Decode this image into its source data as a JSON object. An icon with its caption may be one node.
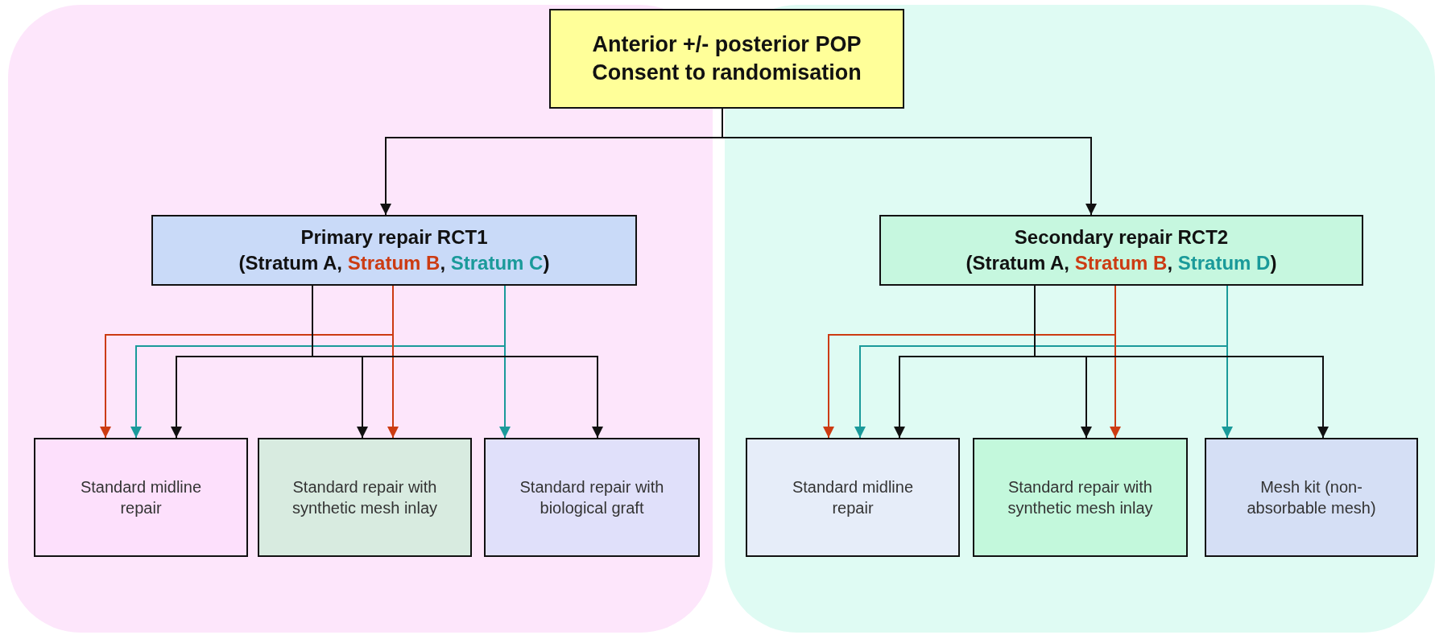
{
  "diagram": {
    "nodes": [
      {
        "text": [],
        "shape": "box"
      },
      {
        "text": [],
        "shape": "box"
      },
      {
        "text": [
          "Anterior +/- posterior POP Consent to randomisation"
        ]
      },
      {
        "text": [
          "Primary repair RCT1",
          "(Stratum A, Stratum B, Stratum C)"
        ],
        "in": 0
      },
      {
        "text": [
          "Secondary repair RCT2",
          "(Stratum A, Stratum B, Stratum D)"
        ],
        "in": 1
      },
      {
        "text": [
          "Standard midline repair"
        ],
        "in": 0
      },
      {
        "text": [
          "Standard repair with synthetic mesh inlay"
        ],
        "in": 0
      },
      {
        "text": [
          "Standard repair with biological graft"
        ],
        "in": 0
      },
      {
        "text": [
          "Standard midline repair"
        ],
        "in": 1
      },
      {
        "text": [
          "Standard repair with synthetic mesh inlay"
        ],
        "in": 1
      },
      {
        "text": [
          "Mesh kit (non-absorbable mesh)"
        ],
        "in": 1
      }
    ],
    "edges": [
      {
        "from": 2,
        "to": 3,
        "arrow": "to"
      },
      {
        "from": 2,
        "to": 4,
        "arrow": "to"
      },
      {
        "from": 3,
        "to": 5,
        "arrow": "to",
        "color": "#cc3b12"
      },
      {
        "from": 3,
        "to": 5,
        "arrow": "to",
        "color": "#1a9a9a"
      },
      {
        "from": 3,
        "to": 5,
        "arrow": "to"
      },
      {
        "from": 3,
        "to": 6,
        "arrow": "to"
      },
      {
        "from": 3,
        "to": 6,
        "arrow": "to",
        "color": "#cc3b12"
      },
      {
        "from": 3,
        "to": 7,
        "arrow": "to",
        "color": "#1a9a9a"
      },
      {
        "from": 3,
        "to": 7,
        "arrow": "to"
      },
      {
        "from": 4,
        "to": 8,
        "arrow": "to",
        "color": "#cc3b12"
      },
      {
        "from": 4,
        "to": 8,
        "arrow": "to",
        "color": "#1a9a9a"
      },
      {
        "from": 4,
        "to": 8,
        "arrow": "to"
      },
      {
        "from": 4,
        "to": 9,
        "arrow": "to"
      },
      {
        "from": 4,
        "to": 9,
        "arrow": "to",
        "color": "#cc3b12"
      },
      {
        "from": 4,
        "to": 10,
        "arrow": "to",
        "color": "#1a9a9a"
      },
      {
        "from": 4,
        "to": 10,
        "arrow": "to"
      }
    ]
  }
}
